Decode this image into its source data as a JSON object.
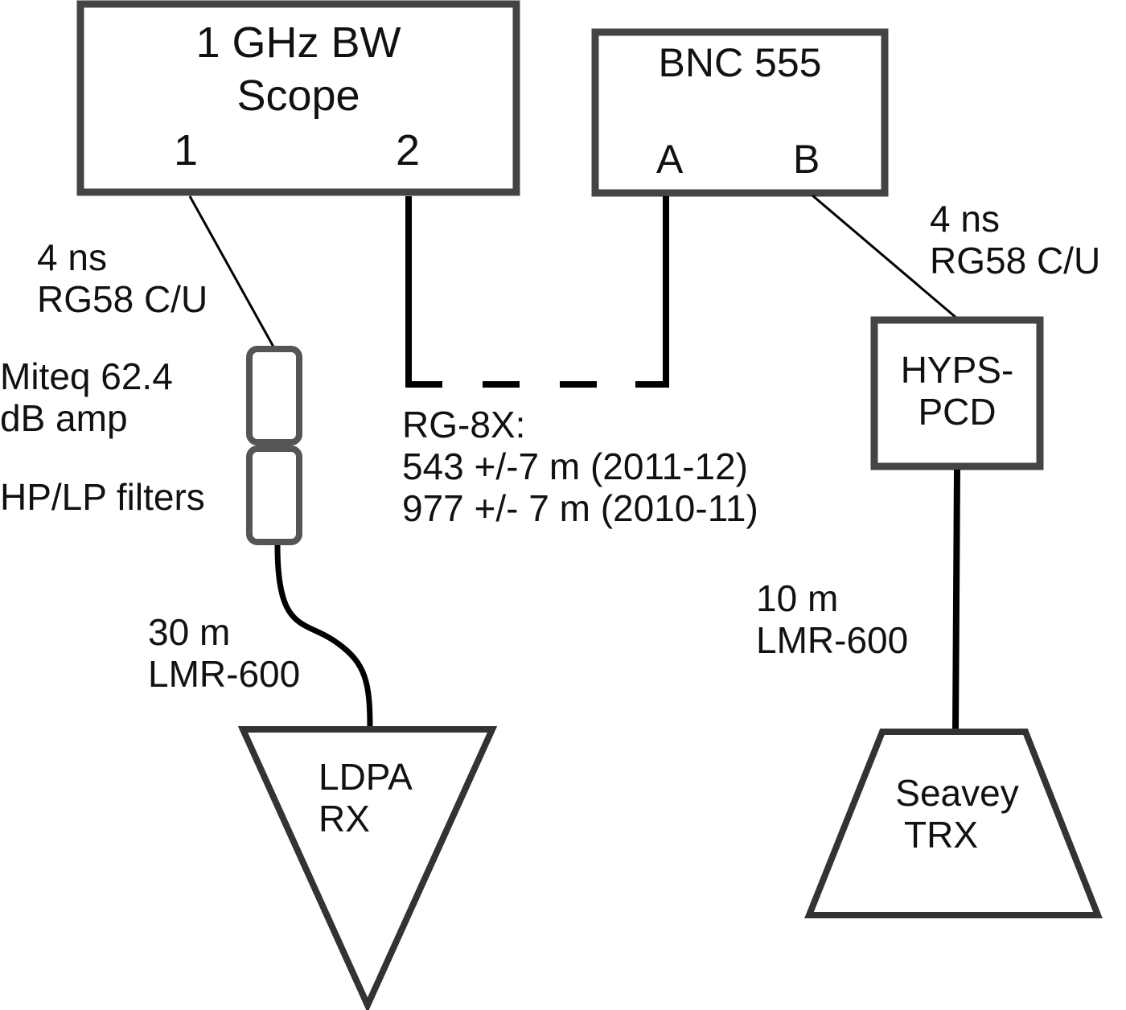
{
  "diagram": {
    "colors": {
      "box_stroke": "#444444",
      "cable": "#000000",
      "background": "#ffffff"
    },
    "scope": {
      "title_line1": "1 GHz BW",
      "title_line2": "Scope",
      "channel1": "1",
      "channel2": "2"
    },
    "bnc": {
      "title": "BNC 555",
      "channel_a": "A",
      "channel_b": "B"
    },
    "left_cable": {
      "line1": "4 ns",
      "line2": "RG58 C/U"
    },
    "right_cable": {
      "line1": "4 ns",
      "line2": "RG58 C/U"
    },
    "amp": {
      "line1": "Miteq 62.4",
      "line2": "dB amp"
    },
    "filters": {
      "label": "HP/LP filters"
    },
    "rg8x": {
      "line1": "RG-8X:",
      "line2": "543 +/-7 m (2011-12)",
      "line3": "977 +/- 7 m (2010-11)"
    },
    "ldpa_cable": {
      "line1": "30 m",
      "line2": "LMR-600"
    },
    "ldpa": {
      "line1": "LDPA",
      "line2": "RX"
    },
    "hyps": {
      "line1": "HYPS-",
      "line2": "PCD"
    },
    "seavey_cable": {
      "line1": "10 m",
      "line2": "LMR-600"
    },
    "seavey": {
      "line1": "Seavey",
      "line2": "TRX"
    }
  }
}
